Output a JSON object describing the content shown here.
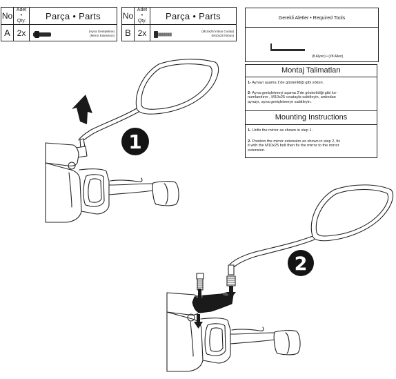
{
  "parts_table_a": {
    "header_no": "No",
    "header_qty_tr": "Adet",
    "header_qty_sep": "•",
    "header_qty_en": "Qty.",
    "header_title": "Parça • Parts",
    "letter": "A",
    "qty": "2x",
    "name_tr": "(Ayna Genişletme)",
    "name_en": "(Mirror Extension)"
  },
  "parts_table_b": {
    "header_no": "No",
    "header_qty_tr": "Adet",
    "header_qty_sep": "•",
    "header_qty_en": "Qty.",
    "header_title": "Parça • Parts",
    "letter": "B",
    "qty": "2x",
    "name_tr": "(M10x25 İmbus Cıvata)",
    "name_en": "(M10x25 İmbus)"
  },
  "tools": {
    "title": "Gerekli Aletler • Required Tools",
    "caption": "(8 Alyon) • (#8 Allen)"
  },
  "instructions": {
    "title_tr": "Montaj Talimatları",
    "step1_num_tr": "1-",
    "step1_tr": "Aynayı aşama 1'de gösterildiği gibi sökün.",
    "step2_num_tr": "2-",
    "step2_tr_line1": "Ayna genişletmeyi aşama 2'de gösterildiği gibi ko-",
    "step2_tr_line2": "numlandırın , M10x25 cıvatayla sabitleyin, ardından",
    "step2_tr_line3": "aynayı, ayna genişletmeye sabitleyin.",
    "title_en": "Mounting Instructions",
    "step1_num_en": "1-",
    "step1_en": "Unfix the mirror as shown in step 1.",
    "step2_num_en": "2-",
    "step2_en_line1": "Position the mirror extension as shown in step 2, fix",
    "step2_en_line2": "it with the M10x25 bolt then fix the mirror to the mirror",
    "step2_en_line3": "extension."
  },
  "steps": {
    "step1": "1",
    "step2": "2"
  }
}
